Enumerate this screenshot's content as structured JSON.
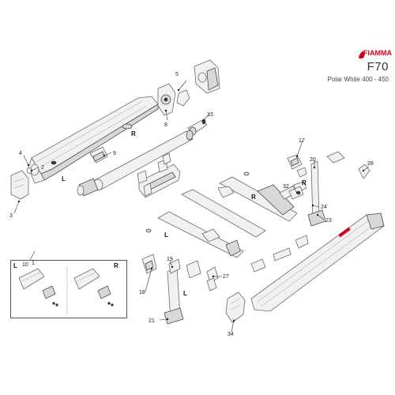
{
  "header": {
    "brand": "FIAMMA",
    "model": "F70",
    "variant": "Polar White  400 - 450"
  },
  "colors": {
    "brand_red": "#d0021b",
    "outline": "#6a6a6a",
    "part_fill": "#f1f1f1"
  },
  "labels": {
    "p1": "1",
    "p2": "2",
    "p3": "3",
    "p4": "4",
    "p5": "5",
    "p8": "8",
    "p9": "9",
    "p10": "10",
    "p13": "13",
    "p17": "17",
    "p18": "18",
    "p19": "19",
    "p20": "20",
    "p21": "21",
    "p23": "23",
    "p24": "24",
    "p27": "27",
    "p28": "28",
    "p32": "32",
    "p34": "34"
  },
  "side_marks": {
    "l1": "L",
    "r1": "R",
    "l2": "L",
    "r2": "R",
    "l3": "L",
    "r3": "R",
    "inset_l": "L",
    "inset_r": "R"
  },
  "icons": [
    "fiamma-logo"
  ]
}
